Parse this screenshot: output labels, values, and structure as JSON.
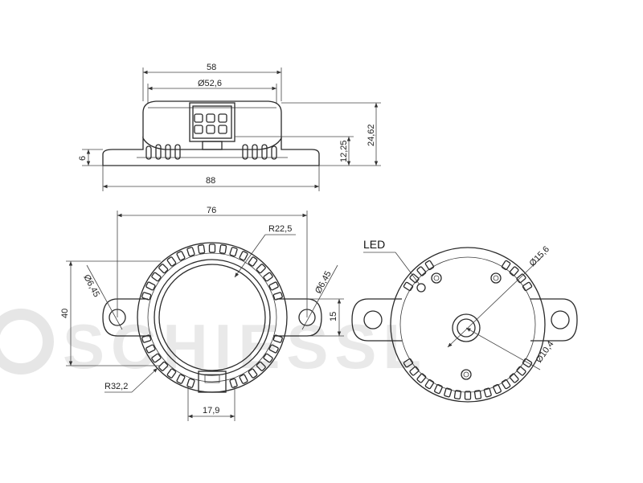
{
  "watermark": "SCHIESSL",
  "side_view": {
    "width_top": "58",
    "diameter_top": "Ø52,6",
    "height_total": "24,62",
    "height_body": "12,25",
    "flange_thickness": "6",
    "width_base": "88"
  },
  "top_view": {
    "width": "76",
    "radius_inner": "R22,5",
    "hole_left": "Ø6,45",
    "hole_right": "Ø6,45",
    "height": "40",
    "tab_height": "15",
    "radius_outer": "R32,2",
    "connector_width": "17,9"
  },
  "bottom_view": {
    "led_label": "LED",
    "diameter_outer": "Ø15,6",
    "diameter_inner": "Ø10,4"
  }
}
